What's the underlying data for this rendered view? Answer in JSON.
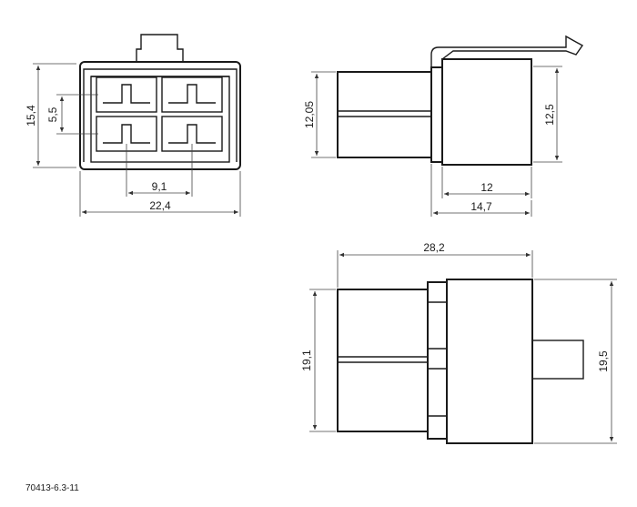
{
  "part_code": "70413-6.3-11",
  "front_view": {
    "height": "15,4",
    "row_pitch": "5,5",
    "column_pitch": "9,1",
    "width": "22,4"
  },
  "side_view": {
    "plug_height": "12,05",
    "housing_height": "12,5",
    "housing_length": "12",
    "overall_length": "14,7"
  },
  "top_view": {
    "overall_length": "28,2",
    "plug_width": "19,1",
    "housing_width": "19,5"
  },
  "colors": {
    "line": "#1a1a1a",
    "background": "#ffffff"
  }
}
